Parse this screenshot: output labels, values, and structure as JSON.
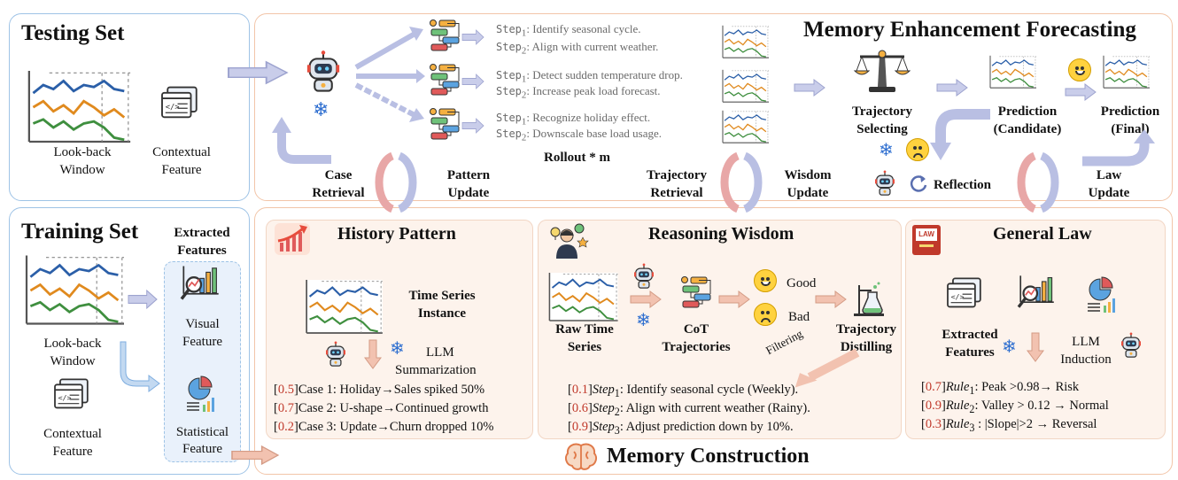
{
  "testing_set": {
    "title": "Testing Set",
    "lookback_label": [
      "Look-back",
      "Window"
    ],
    "contextual_label": [
      "Contextual",
      "Feature"
    ]
  },
  "training_set": {
    "title": "Training Set",
    "extracted_features": [
      "Extracted",
      "Features"
    ],
    "lookback_label": [
      "Look-back",
      "Window"
    ],
    "contextual_label": [
      "Contextual",
      "Feature"
    ],
    "visual_feature": [
      "Visual",
      "Feature"
    ],
    "statistical_feature": [
      "Statistical",
      "Feature"
    ]
  },
  "forecasting": {
    "title": "Memory Enhancement Forecasting",
    "rollouts": [
      {
        "step1": ": Identify seasonal cycle.",
        "step2": ": Align with current weather."
      },
      {
        "step1": ": Detect sudden temperature drop.",
        "step2": ": Increase peak load forecast."
      },
      {
        "step1": ": Recognize holiday effect.",
        "step2": ": Downscale base load usage."
      }
    ],
    "step_prefix": "Step",
    "rollout_label": "Rollout * m",
    "trajectory_selecting": [
      "Trajectory",
      "Selecting"
    ],
    "prediction_candidate": [
      "Prediction",
      "(Candidate)"
    ],
    "prediction_final": [
      "Prediction",
      "(Final)"
    ],
    "reflection": "Reflection",
    "law_update": [
      "Law",
      "Update"
    ],
    "wisdom_update": [
      "Wisdom",
      "Update"
    ],
    "trajectory_retrieval": [
      "Trajectory",
      "Retrieval"
    ],
    "case_retrieval": [
      "Case",
      "Retrieval"
    ],
    "pattern_update": [
      "Pattern",
      "Update"
    ]
  },
  "history_pattern": {
    "title": "History Pattern",
    "instance_label": [
      "Time Series",
      "Instance"
    ],
    "llm_summarization": [
      "LLM",
      "Summarization"
    ],
    "cases": [
      {
        "score": "0.5",
        "text": "Case 1: Holiday→Sales spiked 50%"
      },
      {
        "score": "0.7",
        "text": "Case 2: U-shape→Continued growth"
      },
      {
        "score": "0.2",
        "text": "Case 3: Update→Churn dropped 10%"
      }
    ]
  },
  "reasoning_wisdom": {
    "title": "Reasoning Wisdom",
    "raw_time_series": [
      "Raw Time",
      "Series"
    ],
    "cot_trajectories": [
      "CoT",
      "Trajectories"
    ],
    "good": "Good",
    "bad": "Bad",
    "trajectory_distilling": [
      "Trajectory",
      "Distilling"
    ],
    "filtering": "Filtering",
    "steps": [
      {
        "score": "0.1",
        "idx": "1",
        "text": ": Identify seasonal cycle (Weekly)."
      },
      {
        "score": "0.6",
        "idx": "2",
        "text": ": Align with current weather (Rainy)."
      },
      {
        "score": "0.9",
        "idx": "3",
        "text": ": Adjust prediction down by 10%."
      }
    ]
  },
  "general_law": {
    "title": "General Law",
    "badge": "LAW",
    "extracted_features": [
      "Extracted",
      "Features"
    ],
    "llm_induction": [
      "LLM",
      "Induction"
    ],
    "rule_prefix": "Rule",
    "rules": [
      {
        "score": "0.7",
        "idx": "1",
        "text": ": Peak >0.98→ Risk"
      },
      {
        "score": "0.9",
        "idx": "2",
        "text": ": Valley > 0.12 →  Normal"
      },
      {
        "score": "0.3",
        "idx": "3",
        "text": " : |Slope|>2 → Reversal"
      }
    ]
  },
  "memory_construction": {
    "title": "Memory Construction"
  },
  "colors": {
    "panel_blue_border": "#9ec3e6",
    "panel_orange_border": "#f2c5a8",
    "panel_orange_fill": "#fdf4ee",
    "arrow_fill": "#c9cdea",
    "arrow_pink": "#f2c2b0",
    "score_red": "#c0392b",
    "series": [
      "#2b5fa8",
      "#e08a1e",
      "#3f8f3f"
    ]
  }
}
